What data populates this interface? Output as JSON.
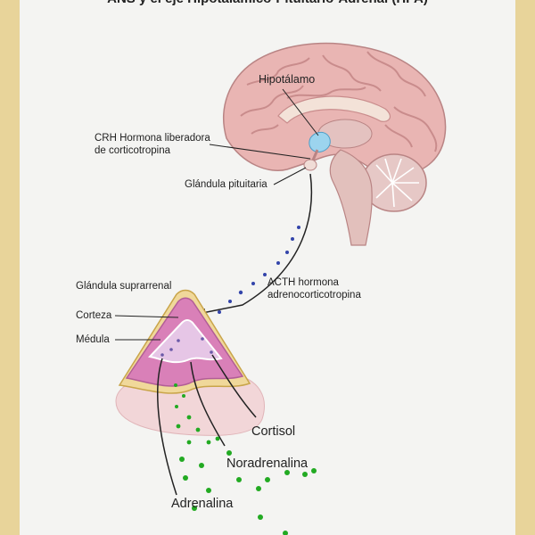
{
  "header": {
    "title": "ANS y el eje Hipotalámico-Pituitario-Adrenal (HPA)"
  },
  "labels": {
    "hypothalamus": "Hipotálamo",
    "crh_line1": "CRH Hormona liberadora",
    "crh_line2": "de corticotropina",
    "pituitary": "Glándula pituitaria",
    "acth_line1": "ACTH hormona",
    "acth_line2": "adrenocorticotropina",
    "adrenal": "Glándula suprarrenal",
    "cortex": "Corteza",
    "medulla": "Médula",
    "cortisol": "Cortisol",
    "noradrenaline": "Noradrenalina",
    "adrenaline": "Adrenalina"
  },
  "colors": {
    "brain": "#e9b5b3",
    "brain_fold": "#c98c8c",
    "gland_cortex": "#d980b8",
    "gland_outline": "#d8b55a",
    "hypothalamus": "#9cd4ee",
    "acth_dots": "#3344aa",
    "hormone_dots": "#22aa22",
    "background": "#f4f4f2",
    "border": "#e8d49a"
  }
}
